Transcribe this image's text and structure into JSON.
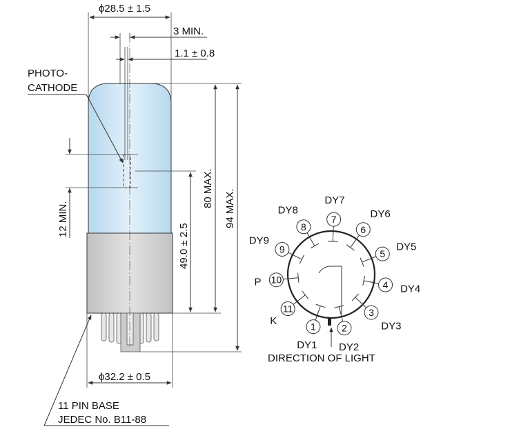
{
  "dimensions": {
    "top_diameter": "ϕ28.5 ± 1.5",
    "min_3": "3 MIN.",
    "offset": "1.1 ± 0.8",
    "min_12": "12 MIN.",
    "length_49": "49.0 ± 2.5",
    "max_80": "80 MAX.",
    "max_94": "94 MAX.",
    "base_diameter": "ϕ32.2 ± 0.5"
  },
  "labels": {
    "photocathode_line1": "PHOTO-",
    "photocathode_line2": "CATHODE",
    "base_line1": "11 PIN BASE",
    "base_line2": "JEDEC No. B11-88",
    "direction": "DIRECTION OF LIGHT"
  },
  "pins": [
    {
      "num": "1",
      "name": "DY1"
    },
    {
      "num": "2",
      "name": "DY2"
    },
    {
      "num": "3",
      "name": "DY3"
    },
    {
      "num": "4",
      "name": "DY4"
    },
    {
      "num": "5",
      "name": "DY5"
    },
    {
      "num": "6",
      "name": "DY6"
    },
    {
      "num": "7",
      "name": "DY7"
    },
    {
      "num": "8",
      "name": "DY8"
    },
    {
      "num": "9",
      "name": "DY9"
    },
    {
      "num": "10",
      "name": "P"
    },
    {
      "num": "11",
      "name": "K"
    }
  ],
  "colors": {
    "glass": "#cfe6f5",
    "base": "#cfcfcf",
    "line": "#333333"
  }
}
